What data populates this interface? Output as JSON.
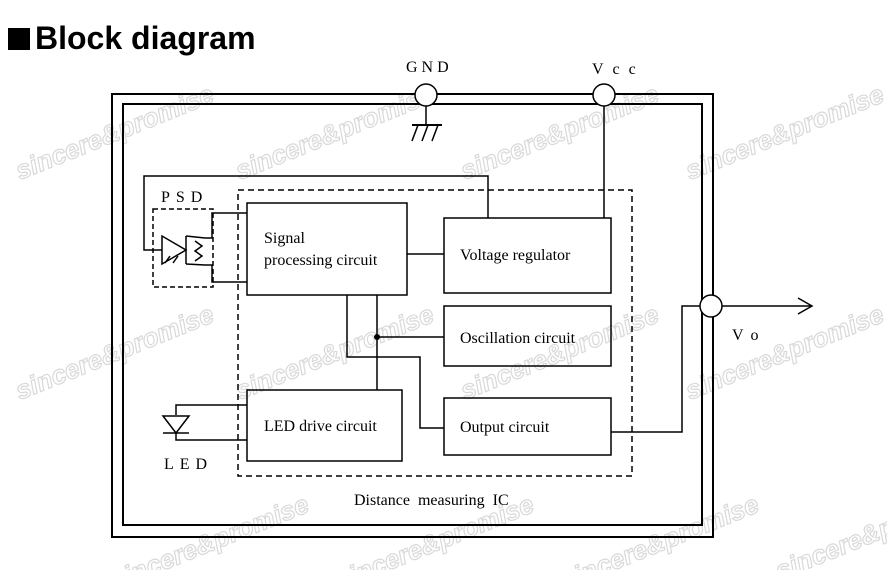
{
  "title": "Block diagram",
  "pins": {
    "gnd": "GND",
    "vcc": "Vcc",
    "vo": "Vo"
  },
  "psd_label": "PSD",
  "led_label": "LED",
  "blocks": {
    "signal_line1": "Signal",
    "signal_line2": "processing circuit",
    "voltage_regulator": "Voltage regulator",
    "oscillation": "Oscillation circuit",
    "output": "Output circuit",
    "led_drive": "LED drive circuit"
  },
  "ic_label": "Distance  measuring  IC",
  "watermark": "sincere&promise"
}
